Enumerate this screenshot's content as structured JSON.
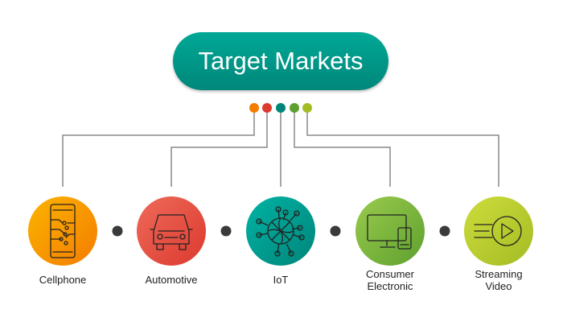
{
  "title": "Target Markets",
  "markets": [
    {
      "label": "Cellphone",
      "icon": "cellphone-circuit-icon",
      "color_from": "#fbb400",
      "color_to": "#f47c00"
    },
    {
      "label": "Automotive",
      "icon": "car-icon",
      "color_from": "#ee6a5a",
      "color_to": "#dc3a2e"
    },
    {
      "label": "IoT",
      "icon": "network-globe-icon",
      "color_from": "#00b3a4",
      "color_to": "#00857a"
    },
    {
      "label": "Consumer Electronic",
      "icon": "monitor-tablet-icon",
      "color_from": "#9acb4c",
      "color_to": "#5ea030"
    },
    {
      "label": "Streaming Video",
      "icon": "streaming-play-icon",
      "color_from": "#cddc3c",
      "color_to": "#a4bc24"
    }
  ],
  "colors": {
    "line": "#888888",
    "separator_dot": "#3a3a3a"
  }
}
